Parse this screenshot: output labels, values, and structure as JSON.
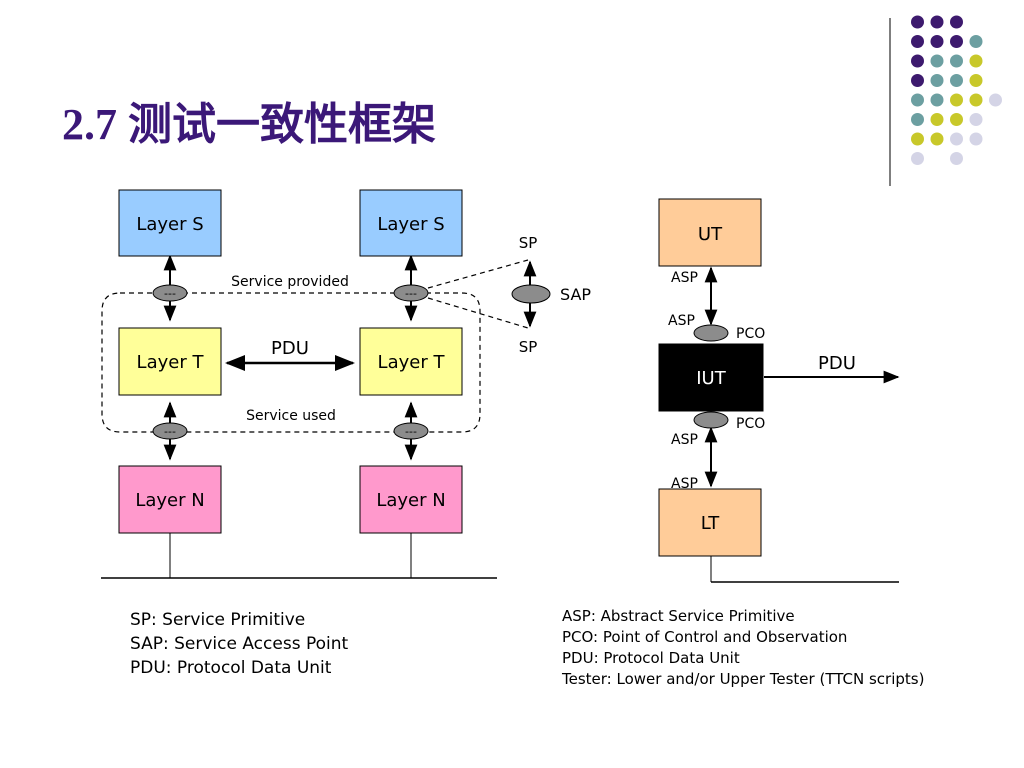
{
  "slide": {
    "title": "2.7 测试一致性框架"
  },
  "left_diagram": {
    "layer_s_left": "Layer S",
    "layer_s_right": "Layer S",
    "layer_t_left": "Layer T",
    "layer_t_right": "Layer T",
    "layer_n_left": "Layer N",
    "layer_n_right": "Layer N",
    "pdu": "PDU",
    "service_provided": "Service provided",
    "service_used": "Service used",
    "sp_top": "SP",
    "sp_bottom": "SP",
    "sap": "SAP",
    "sap_dash": "---"
  },
  "right_diagram": {
    "ut": "UT",
    "iut": "IUT",
    "lt": "LT",
    "pdu": "PDU",
    "asp_1": "ASP",
    "asp_2": "ASP",
    "asp_3": "ASP",
    "asp_4": "ASP",
    "pco_top": "PCO",
    "pco_bottom": "PCO"
  },
  "legend_left": [
    "SP: Service Primitive",
    "SAP: Service Access Point",
    "PDU: Protocol Data Unit"
  ],
  "legend_right": [
    "ASP: Abstract Service Primitive",
    "PCO: Point of Control and Observation",
    "PDU: Protocol Data Unit",
    "Tester: Lower and/or Upper Tester (TTCN scripts)"
  ],
  "colors": {
    "title": "#3b1878",
    "layer_s": "#99ccff",
    "layer_t": "#ffff99",
    "layer_n": "#ff99cc",
    "tester": "#ffcc99",
    "iut": "#000000",
    "sap_fill": "#8c8c8c",
    "dot_purple": "#3d1a6e",
    "dot_teal": "#6c9fa1",
    "dot_yellow": "#c8c82a",
    "dot_lavender": "#d4d4e6"
  }
}
